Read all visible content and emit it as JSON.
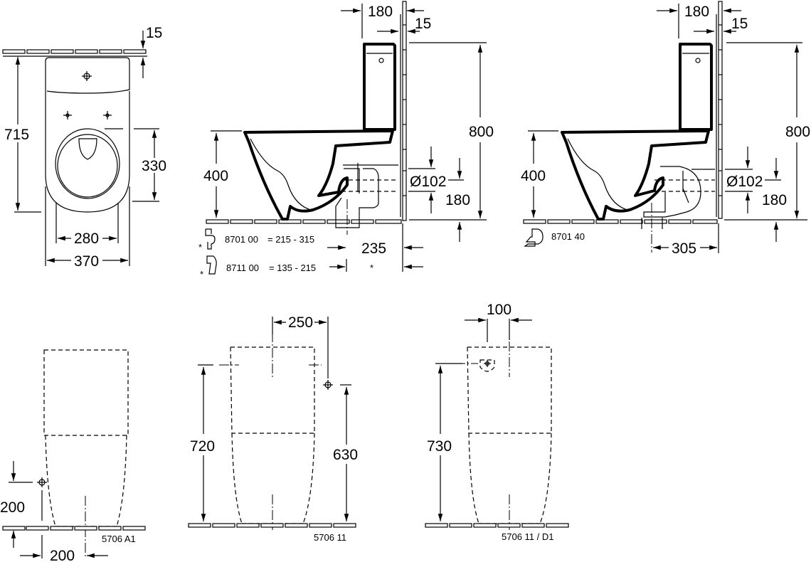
{
  "drawing": {
    "top_view": {
      "dims": {
        "wall_offset": "15",
        "length": "715",
        "seat_depth": "330",
        "inner_width": "280",
        "outer_width": "370"
      }
    },
    "side_view_horizontal_outlet": {
      "dims": {
        "cistern_depth": "180",
        "wall_gap": "15",
        "total_height": "800",
        "seat_height": "400",
        "outlet_diameter": "Ø102",
        "outlet_height": "180",
        "outlet_distance": "235",
        "asterisk": "*"
      },
      "connectors": [
        {
          "marker": "*",
          "code": "8701 00",
          "range": "= 215 -  315"
        },
        {
          "marker": "*",
          "code": "8711 00",
          "range": "= 135 - 215"
        }
      ]
    },
    "side_view_vertical_outlet": {
      "dims": {
        "cistern_depth": "180",
        "wall_gap": "15",
        "total_height": "800",
        "seat_height": "400",
        "outlet_diameter": "Ø102",
        "outlet_height": "180",
        "outlet_distance": "305"
      },
      "connector": {
        "code": "8701 40"
      }
    },
    "front_view_a1": {
      "model": "5706 A1",
      "dims": {
        "water_inlet_height": "200",
        "water_inlet_offset": "200"
      }
    },
    "front_view_11": {
      "model": "5706 11",
      "dims": {
        "inlet_offset": "250",
        "fixing_height": "720",
        "inlet_height": "630"
      }
    },
    "front_view_11_d1": {
      "model": "5706 11 / D1",
      "dims": {
        "inlet_offset": "100",
        "inlet_height": "730"
      }
    }
  }
}
